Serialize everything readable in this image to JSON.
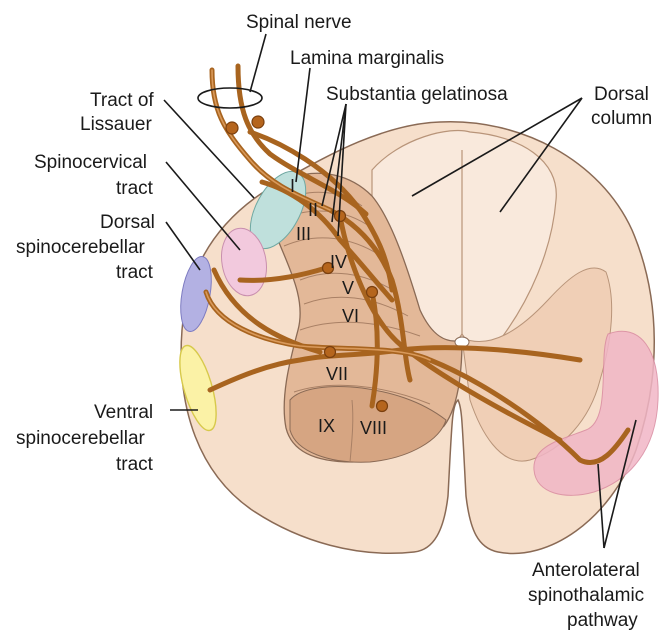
{
  "labels": {
    "spinal_nerve": "Spinal nerve",
    "lamina_marginalis": "Lamina marginalis",
    "substantia_gelatinosa": "Substantia gelatinosa",
    "tract_of_lissauer_1": "Tract of",
    "tract_of_lissauer_2": "Lissauer",
    "dorsal_column_1": "Dorsal",
    "dorsal_column_2": "column",
    "spinocervical_1": "Spinocervical",
    "spinocervical_2": "tract",
    "dorsal_spinocerebellar_1": "Dorsal",
    "dorsal_spinocerebellar_2": "spinocerebellar",
    "dorsal_spinocerebellar_3": "tract",
    "ventral_spinocerebellar_1": "Ventral",
    "ventral_spinocerebellar_2": "spinocerebellar",
    "ventral_spinocerebellar_3": "tract",
    "anterolateral_1": "Anterolateral",
    "anterolateral_2": "spinothalamic",
    "anterolateral_3": "pathway"
  },
  "laminae": {
    "I": "I",
    "II": "II",
    "III": "III",
    "IV": "IV",
    "V": "V",
    "VI": "VI",
    "VII": "VII",
    "VIII": "VIII",
    "IX": "IX"
  },
  "colors": {
    "white_matter": "#f6dfcb",
    "gray_matter": "#e3b898",
    "gray_matter_dark": "#d6a582",
    "dorsal_column": "#f9e9dc",
    "outline": "#8a6a55",
    "lissauer": "#bfe0dc",
    "spinocervical": "#f2c9dd",
    "dorsal_spinocerebellar": "#b3b1e3",
    "ventral_spinocerebellar": "#fbf2a6",
    "anterolateral": "#f1b6c6",
    "fiber": "#a8641f"
  }
}
